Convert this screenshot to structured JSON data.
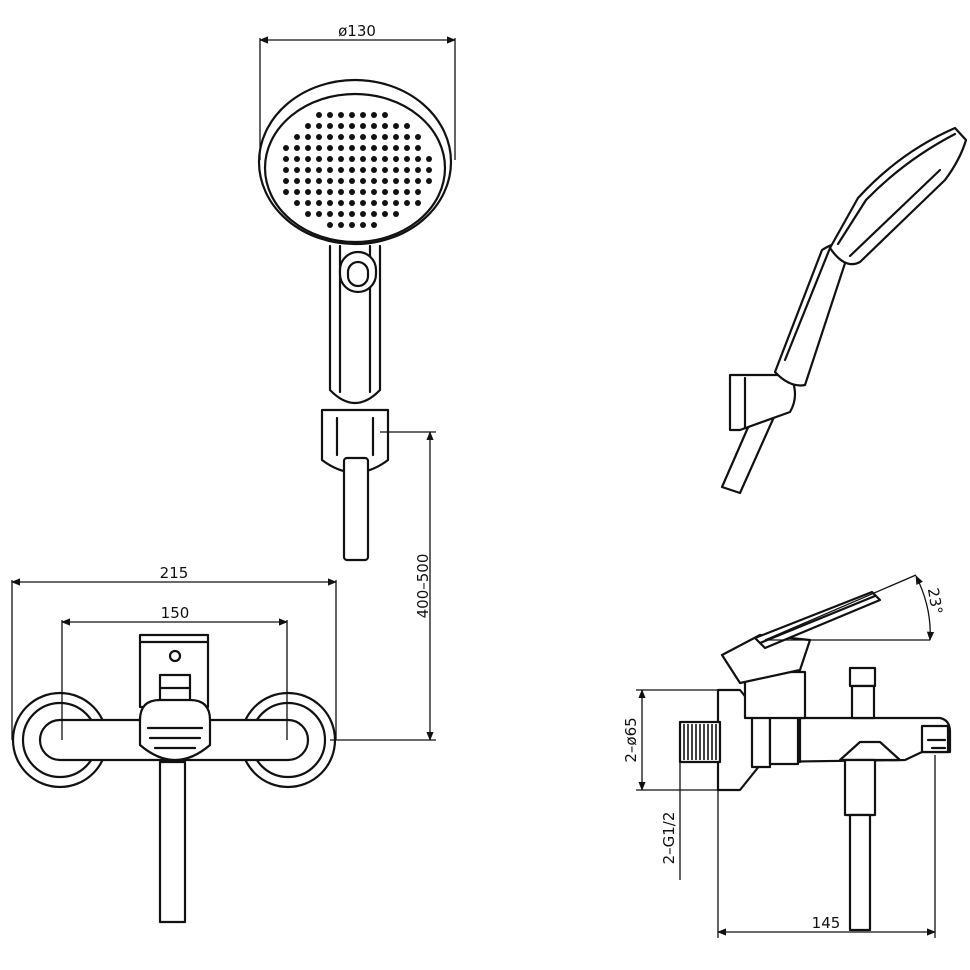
{
  "dimensions": {
    "shower_head_diameter": "ø130",
    "hose_holder_height": "400–500",
    "body_overall_width": "215",
    "body_center_distance": "150",
    "flange_diameter": "2–ø65",
    "thread_size": "2–G1/2",
    "body_projection": "145",
    "handle_angle": "23°"
  },
  "colors": {
    "line": "#111111",
    "background": "#ffffff"
  }
}
